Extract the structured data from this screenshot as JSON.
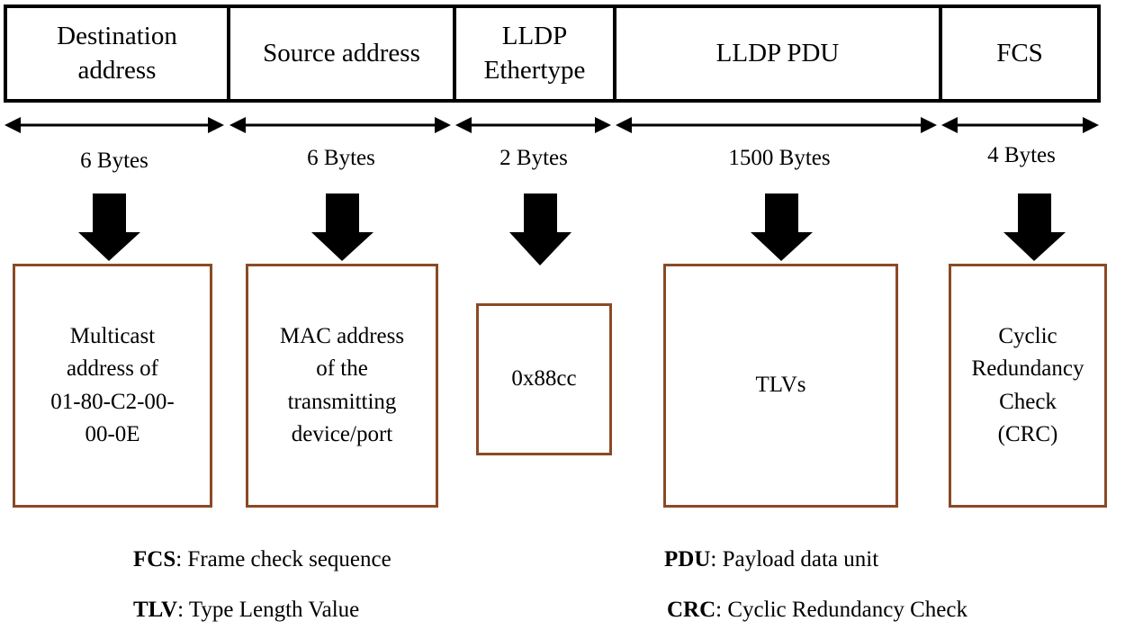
{
  "fields": [
    {
      "header": "Destination\naddress",
      "size": "6 Bytes",
      "description": "Multicast\naddress of\n01-80-C2-00-\n00-0E"
    },
    {
      "header": "Source address",
      "size": "6 Bytes",
      "description": "MAC address\nof the\ntransmitting\ndevice/port"
    },
    {
      "header": "LLDP\nEthertype",
      "size": "2 Bytes",
      "description": "0x88cc"
    },
    {
      "header": "LLDP PDU",
      "size": "1500 Bytes",
      "description": "TLVs"
    },
    {
      "header": "FCS",
      "size": "4 Bytes",
      "description": "Cyclic\nRedundancy\nCheck\n(CRC)"
    }
  ],
  "legend": [
    {
      "abbr": "FCS",
      "definition": ": Frame check sequence"
    },
    {
      "abbr": "PDU",
      "definition": ": Payload data unit"
    },
    {
      "abbr": "TLV",
      "definition": ": Type Length Value"
    },
    {
      "abbr": "CRC",
      "definition": ": Cyclic Redundancy Check"
    }
  ],
  "colors": {
    "box_border": "#8a4a25",
    "frame_border": "#000000"
  }
}
